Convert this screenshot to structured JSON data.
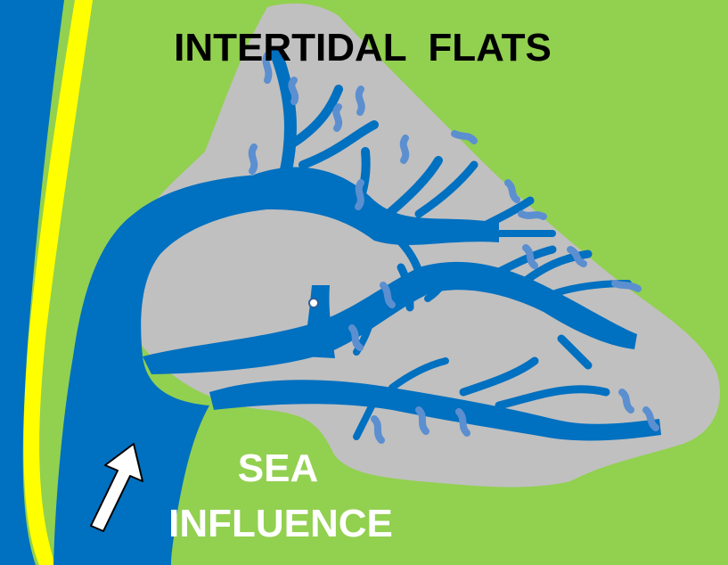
{
  "diagram": {
    "title": "INTERTIDAL  FLATS",
    "sea_label_line1": "SEA",
    "sea_label_line2": "INFLUENCE"
  },
  "colors": {
    "tidal_flat": "#92d050",
    "sea": "#0070c0",
    "beach": "#ffff00",
    "sediment": "#c0c0c0",
    "small_creek": "#5b8fd0",
    "title_text": "#000000",
    "sea_label_text": "#ffffff",
    "arrow": "#ffffff"
  },
  "icons": {
    "arrow": "up-right-arrow-icon"
  }
}
